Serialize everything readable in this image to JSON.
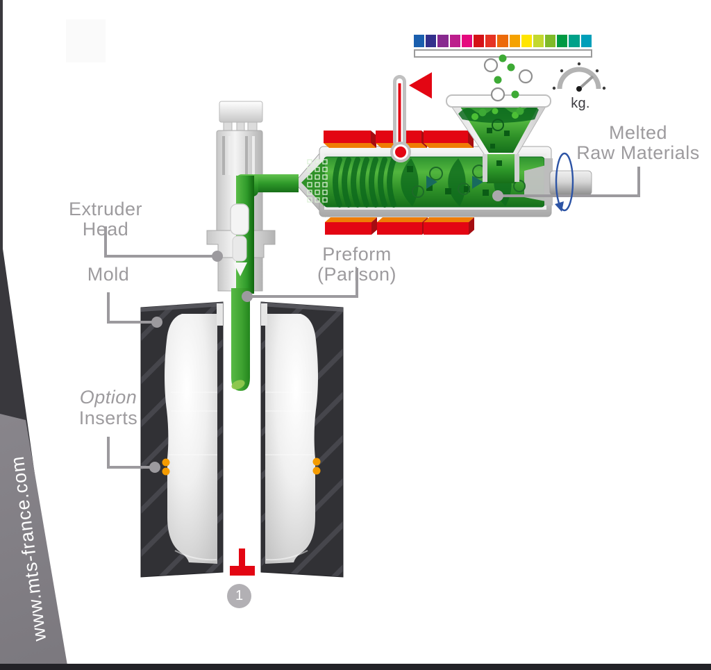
{
  "diagram": {
    "labels": {
      "extruder_head": "Extruder Head",
      "mold": "Mold",
      "option": "Option",
      "inserts": "Inserts",
      "preform": "Preform (Parison)",
      "melted_line1": "Melted",
      "melted_line2": "Raw Materials",
      "kg": "kg.",
      "step_number": "1"
    },
    "watermark": "www.mts-france.com",
    "colorbar": {
      "colors": [
        "#1a5fae",
        "#33308c",
        "#88298f",
        "#bc1e8c",
        "#e5097e",
        "#d41217",
        "#e63323",
        "#ec6a0a",
        "#f5a200",
        "#ffe500",
        "#c3d82e",
        "#7fba28",
        "#009a43",
        "#00a189",
        "#009fb9"
      ]
    },
    "palette": {
      "melt_green": "#3fa636",
      "dark_green": "#0d6b1e",
      "heater_red": "#e30613",
      "heater_orange": "#ef7c05",
      "label_gray": "#9d9b9e",
      "mold_dark": "#313135",
      "insert_orange": "#f49b00",
      "rotation_blue": "#2d54a5",
      "banner_gray": "#8d8a90",
      "thermometer_red": "#e30613"
    }
  }
}
